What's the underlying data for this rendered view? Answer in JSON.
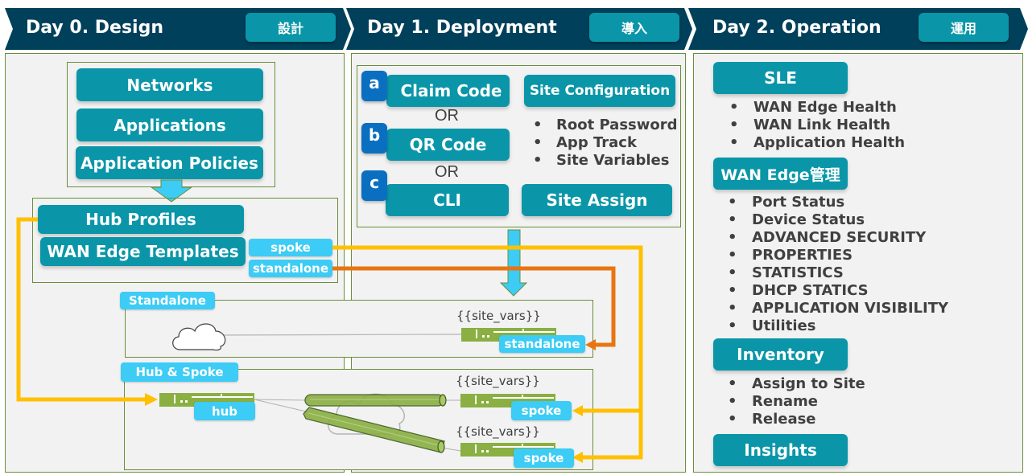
{
  "header": {
    "stages": [
      {
        "title": "Day 0. Design",
        "badge": "設計"
      },
      {
        "title": "Day 1. Deployment",
        "badge": "導入"
      },
      {
        "title": "Day 2. Operation",
        "badge": "運用"
      }
    ]
  },
  "day0": {
    "config_items": [
      "Networks",
      "Applications",
      "Application Policies"
    ],
    "hub_profiles": "Hub Profiles",
    "wan_edge_templates": "WAN Edge Templates",
    "template_tags": {
      "spoke": "spoke",
      "standalone": "standalone"
    }
  },
  "day1": {
    "claim_methods": [
      {
        "letter": "a",
        "label": "Claim Code"
      },
      {
        "letter": "b",
        "label": "QR Code"
      },
      {
        "letter": "c",
        "label": "CLI"
      }
    ],
    "or_label": "OR",
    "site_configuration": "Site Configuration",
    "site_config_items": [
      "Root Password",
      "App Track",
      "Site Variables"
    ],
    "site_assign": "Site Assign"
  },
  "topology": {
    "standalone": {
      "title": "Standalone",
      "site_vars": "{{site_vars}}",
      "device_tag": "standalone"
    },
    "hub_spoke": {
      "title": "Hub & Spoke",
      "hub_tag": "hub",
      "spokes": [
        {
          "site_vars": "{{site_vars}}",
          "device_tag": "spoke"
        },
        {
          "site_vars": "{{site_vars}}",
          "device_tag": "spoke"
        }
      ]
    }
  },
  "day2": {
    "sections": [
      {
        "title": "SLE",
        "items": [
          "WAN Edge Health",
          "WAN Link Health",
          "Application Health"
        ]
      },
      {
        "title": "WAN Edge管理",
        "items": [
          "Port Status",
          "Device Status",
          "ADVANCED SECURITY",
          "PROPERTIES",
          "STATISTICS",
          "DHCP STATICS",
          "APPLICATION VISIBILITY",
          "Utilities"
        ]
      },
      {
        "title": "Inventory",
        "items": [
          "Assign to Site",
          "Rename",
          "Release"
        ]
      },
      {
        "title": "Insights",
        "items": []
      }
    ],
    "bullet": "•"
  },
  "colors": {
    "header_bg": "#00405a",
    "teal": "#0a96a8",
    "light_blue": "#3cccf5",
    "letter_blue": "#0b6fc1",
    "yellow_line": "#ffc000",
    "orange_line": "#e87511",
    "device_green": "#8aaf42",
    "panel_border": "#6b8e3a"
  }
}
